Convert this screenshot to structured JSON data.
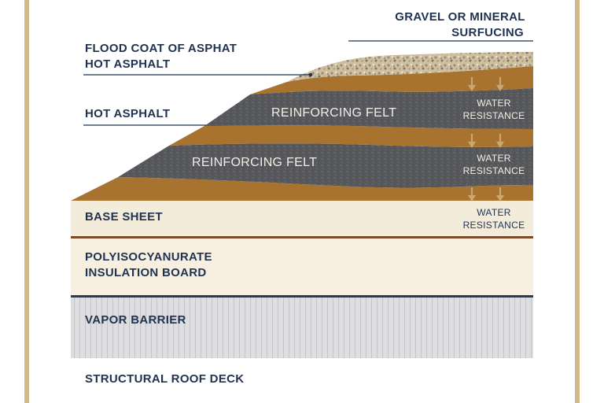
{
  "labels": {
    "gravel_line1": "GRAVEL OR MINERAL",
    "gravel_line2": "SURFUCING",
    "flood_line1": "FLOOD COAT OF ASPHAT",
    "flood_line2": "HOT ASPHALT",
    "hot_asphalt": "HOT ASPHALT",
    "felt_top": "REINFORCING FELT",
    "felt_bottom": "REINFORCING FELT",
    "base_sheet": "BASE SHEET",
    "insulation_line1": "POLYISOCYANURATE",
    "insulation_line2": "INSULATION BOARD",
    "vapor_barrier": "VAPOR BARRIER",
    "structural_deck": "STRUCTURAL ROOF DECK"
  },
  "water_notes": [
    {
      "line1": "WATER",
      "line2": "RESISTANCE"
    },
    {
      "line1": "WATER",
      "line2": "RESISTANCE"
    },
    {
      "line1": "WATER",
      "line2": "RESISTANCE"
    }
  ],
  "colors": {
    "asphalt_brown": "#a8732f",
    "felt_gray": "#56575a",
    "base_cream": "#f4ecdb",
    "insulation_cream": "#f7f0e1",
    "vapor_gray": "#dcdcdf",
    "navy": "#1f3250",
    "frame_tan": "#d2b98a"
  },
  "icons": [
    "down-arrow-icon"
  ]
}
